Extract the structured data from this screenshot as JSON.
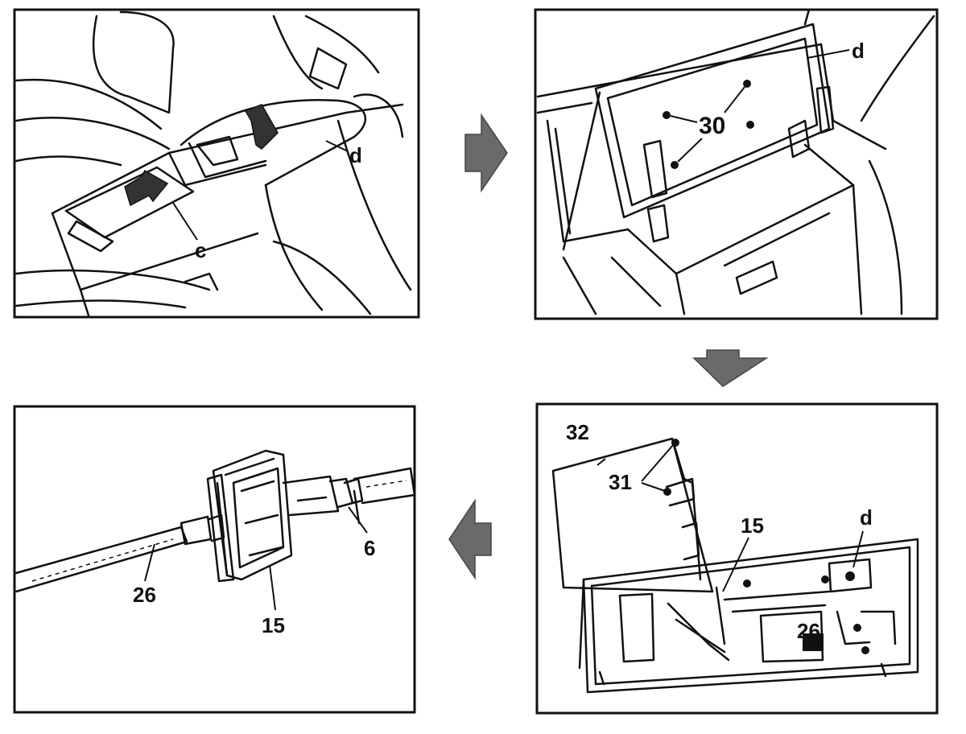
{
  "panels": [
    {
      "id": "step-1",
      "labels": {
        "c": "c",
        "d": "d"
      }
    },
    {
      "id": "step-2",
      "labels": {
        "d": "d",
        "p30": "30"
      }
    },
    {
      "id": "step-3",
      "labels": {
        "p32": "32",
        "p31": "31",
        "p15": "15",
        "d": "d",
        "p26": "26"
      }
    },
    {
      "id": "step-4",
      "labels": {
        "p26": "26",
        "p15": "15",
        "p6": "6"
      }
    }
  ],
  "arrows": [
    {
      "from": "step-1",
      "to": "step-2",
      "direction": "right"
    },
    {
      "from": "step-2",
      "to": "step-3",
      "direction": "down"
    },
    {
      "from": "step-3",
      "to": "step-4",
      "direction": "left"
    }
  ],
  "colors": {
    "line": "#111111",
    "arrow": "#6a6a6a",
    "background": "#ffffff"
  }
}
